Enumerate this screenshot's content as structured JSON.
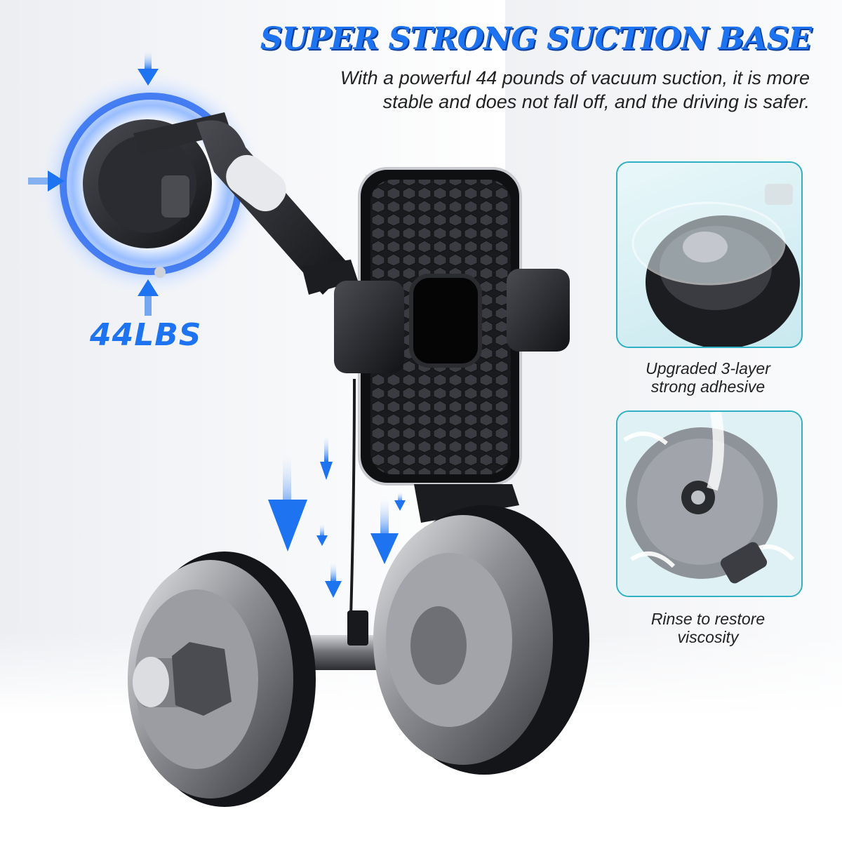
{
  "headline": "SUPER STRONG SUCTION BASE",
  "description": {
    "line1": "With a powerful 44 pounds of vacuum suction, it is more",
    "line2": "stable and does not fall off, and the driving is safer."
  },
  "weight_badge": "44LBS",
  "features": [
    {
      "line1": "Upgraded 3-layer",
      "line2": "strong adhesive"
    },
    {
      "line1": "Rinse to restore",
      "line2": "viscosity"
    }
  ],
  "colors": {
    "accent_blue": "#1e74f0",
    "panel_border": "#2fb0c4",
    "product_black": "#1c1d20"
  },
  "icons": [
    "suction-cup-icon",
    "arrow-down-icon",
    "arrow-right-icon",
    "dumbbell-icon",
    "phone-holder-icon"
  ]
}
